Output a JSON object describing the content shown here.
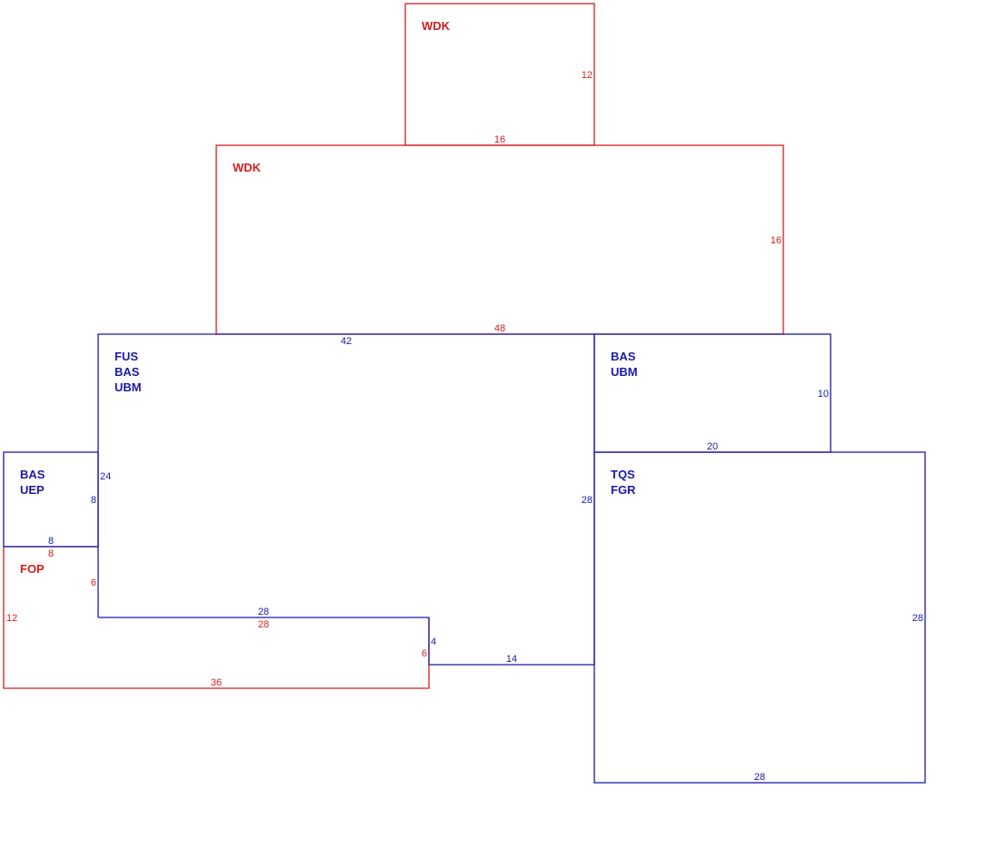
{
  "colors": {
    "red": "#d21e1e",
    "blue": "#1a1aa6",
    "background": "#ffffff"
  },
  "areas": {
    "wdk_upper": {
      "codes": [
        "WDK"
      ],
      "color": "red",
      "dims": {
        "right": "12",
        "bottom": "16"
      }
    },
    "wdk_lower": {
      "codes": [
        "WDK"
      ],
      "color": "red",
      "dims": {
        "right": "16",
        "bottom": "48"
      }
    },
    "fus_bas_ubm": {
      "codes": [
        "FUS",
        "BAS",
        "UBM"
      ],
      "color": "blue",
      "dims": {
        "top": "42",
        "left": "24",
        "right": "28",
        "bottom": "28"
      }
    },
    "bas_ubm": {
      "codes": [
        "BAS",
        "UBM"
      ],
      "color": "blue",
      "dims": {
        "right": "10",
        "bottom": "20"
      }
    },
    "bas_uep": {
      "codes": [
        "BAS",
        "UEP"
      ],
      "color": "blue",
      "dims": {
        "right": "8",
        "bottom": "8"
      }
    },
    "tqs_fgr": {
      "codes": [
        "TQS",
        "FGR"
      ],
      "color": "blue",
      "dims": {
        "right": "28",
        "bottom": "28"
      }
    },
    "fop": {
      "codes": [
        "FOP"
      ],
      "color": "red",
      "dims": {
        "top": "8",
        "inner_left": "6",
        "left": "12",
        "top_inner": "28",
        "right": "6",
        "bottom": "36"
      }
    },
    "notch": {
      "color": "blue",
      "dims": {
        "right": "4",
        "bottom": "14"
      }
    }
  }
}
